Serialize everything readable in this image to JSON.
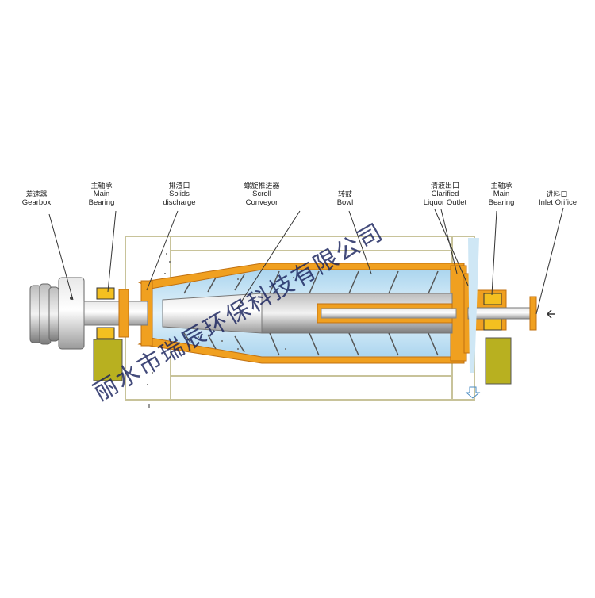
{
  "labels": {
    "gearbox": {
      "zh": "差速器",
      "en": "Gearbox"
    },
    "main_bearing_left": {
      "zh": "主轴承",
      "en1": "Main",
      "en2": "Bearing"
    },
    "solids_discharge": {
      "zh": "排渣口",
      "en1": "Solids",
      "en2": "discharge"
    },
    "scroll_conveyor": {
      "zh": "螺旋推进器",
      "en1": "Scroll",
      "en2": "Conveyor"
    },
    "bowl": {
      "zh": "转鼓",
      "en": "Bowl"
    },
    "clarified_liquor_outlet": {
      "zh": "清液出口",
      "en1": "Clarified",
      "en2": "Liquor Outlet"
    },
    "main_bearing_right": {
      "zh": "主轴承",
      "en1": "Main",
      "en2": "Bearing"
    },
    "inlet_orifice": {
      "zh": "进料口",
      "en": "Inlet Orifice"
    }
  },
  "watermark": "丽水市瑞辰环保科技有限公司",
  "colors": {
    "housing_frame": "#c8c39a",
    "bowl_orange": "#f0a020",
    "liquid_blue": "#bfe0f2",
    "support_olive": "#b8b020",
    "bearing_orange": "#f4c020",
    "shaft_gray": "#c0c0c0"
  }
}
